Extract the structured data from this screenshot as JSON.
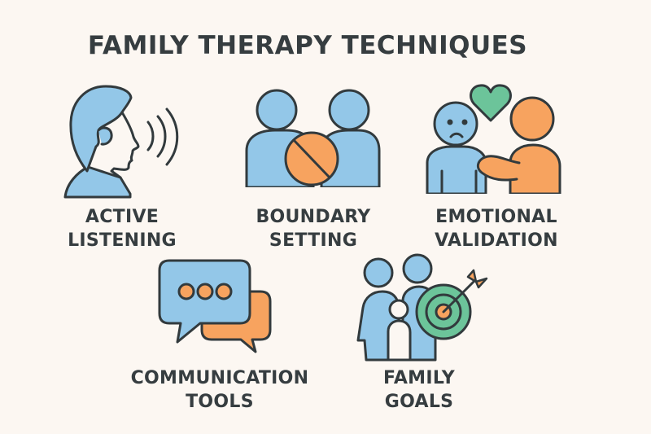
{
  "title": "FAMILY THERAPY TECHNIQUES",
  "colors": {
    "background": "#fcf7f2",
    "text": "#363d40",
    "outline": "#323a3d",
    "blue": "#93c7e8",
    "orange": "#f7a35f",
    "green": "#6cc49a"
  },
  "techniques": [
    {
      "icon": "person-speaking-icon",
      "line1": "ACTIVE",
      "line2": "LISTENING"
    },
    {
      "icon": "boundary-prohibit-icon",
      "line1": "BOUNDARY",
      "line2": "SETTING"
    },
    {
      "icon": "comfort-heart-icon",
      "line1": "EMOTIONAL",
      "line2": "VALIDATION"
    },
    {
      "icon": "chat-bubbles-icon",
      "line1": "COMMUNICATION",
      "line2": "TOOLS"
    },
    {
      "icon": "family-target-icon",
      "line1": "FAMILY",
      "line2": "GOALS"
    }
  ]
}
